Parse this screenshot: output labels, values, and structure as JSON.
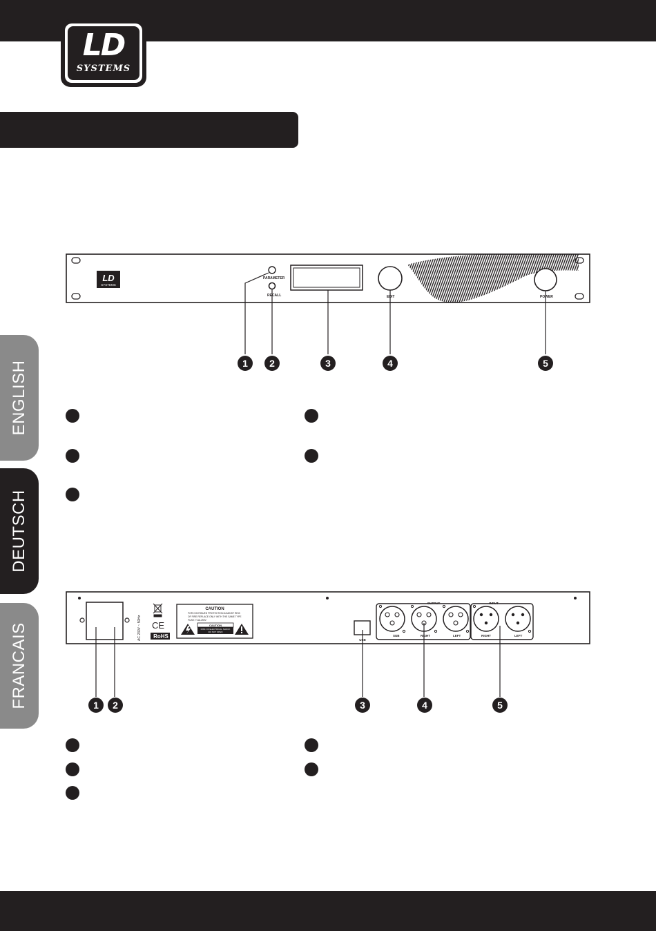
{
  "logo": {
    "brand": "LD",
    "sub": "SYSTEMS"
  },
  "language_tabs": [
    {
      "label": "ENGLISH",
      "active": false
    },
    {
      "label": "DEUTSCH",
      "active": true
    },
    {
      "label": "FRANCAIS",
      "active": false
    }
  ],
  "front_panel": {
    "logo_brand": "LD",
    "logo_sub": "SYSTEMS",
    "labels": {
      "parameter": "PARAMETER",
      "recall": "RECALL",
      "edit": "EDIT",
      "power": "POWER"
    },
    "callouts": [
      "1",
      "2",
      "3",
      "4",
      "5"
    ]
  },
  "rear_panel": {
    "caution": {
      "title": "CAUTION",
      "line1": "FOR CONTINUED PROTECTION AGAINST RISK",
      "line2": "OF FIRE REPLACE ONLY WITH THE SAME TYPE",
      "line3": "FUSE: T1AL250V",
      "box_title": "CAUTION",
      "box_line1": "RISK OF ELECTRICAL SHOCK",
      "box_line2": "DO NOT OPEN"
    },
    "power_spec": "AC 230V ~ 50Hz",
    "ce_mark": "CE",
    "rohs": "RoHS",
    "usb_label": "USB",
    "output_group_label": "OUTPUT",
    "input_group_label": "INPUT",
    "output_labels": [
      "SUB",
      "RIGHT",
      "LEFT"
    ],
    "input_labels": [
      "RIGHT",
      "LEFT"
    ],
    "callouts": [
      "1",
      "2",
      "3",
      "4",
      "5"
    ]
  }
}
